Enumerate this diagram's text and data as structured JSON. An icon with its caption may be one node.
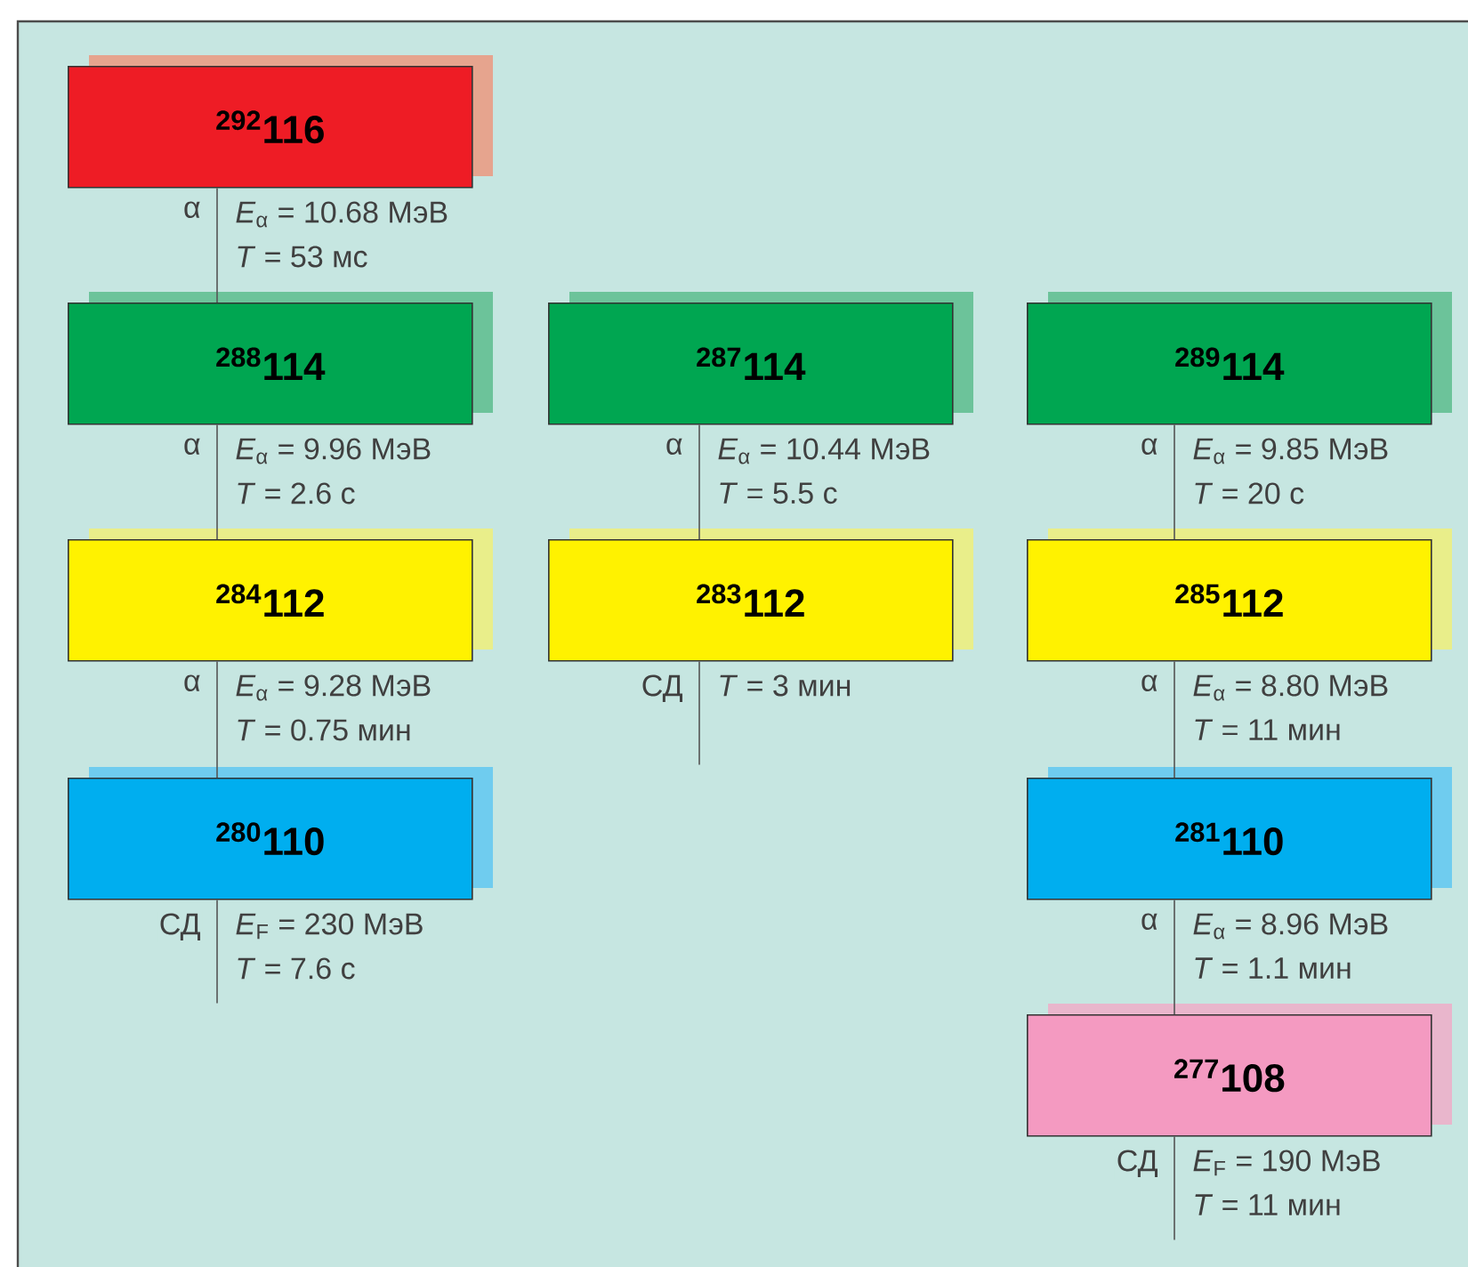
{
  "diagram": {
    "nodes": [
      {
        "text": [
          "$^{292}$116"
        ],
        "beside": [
          "*E*$_{α}$ = 10.68 МэВ",
          "*T* = 53 мс"
        ]
      },
      {
        "text": [
          "$^{288}$114"
        ],
        "beside": [
          "*E*$_{α}$ = 9.96 МэВ",
          "*T* = 2.6 с"
        ]
      },
      {
        "text": [
          "$^{287}$114"
        ],
        "beside": [
          "*E*$_{α}$ = 10.44 МэВ",
          "*T* = 5.5 с"
        ]
      },
      {
        "text": [
          "$^{289}$114"
        ],
        "beside": [
          "*E*$_{α}$ = 9.85 МэВ",
          "*T* = 20 с"
        ]
      },
      {
        "text": [
          "$^{284}$112"
        ],
        "beside": [
          "*E*$_{α}$ = 9.28 МэВ",
          "*T* = 0.75 мин"
        ]
      },
      {
        "text": [
          "$^{283}$112"
        ],
        "beside": [
          "*T* = 3 мин"
        ]
      },
      {
        "text": [
          "$^{285}$112"
        ],
        "beside": [
          "*E*$_{α}$ = 8.80 МэВ",
          "*T* = 11 мин"
        ]
      },
      {
        "text": [
          "$^{280}$110"
        ],
        "beside": [
          "*E*$_{F}$ = 230 МэВ",
          "*T* = 7.6 с"
        ]
      },
      {
        "text": [
          "$^{281}$110"
        ],
        "beside": [
          "*E*$_{α}$ = 8.96 МэВ",
          "*T* = 1.1 мин"
        ]
      },
      {
        "text": [
          "$^{277}$108"
        ],
        "beside": [
          "*E*$_{F}$ = 190 МэВ",
          "*T* = 11 мин"
        ]
      }
    ],
    "edges": [
      {
        "from": 0,
        "to": 1,
        "arrow": "none",
        "label": "α"
      },
      {
        "from": 1,
        "to": 4,
        "arrow": "none",
        "label": "α"
      },
      {
        "from": 4,
        "to": 7,
        "arrow": "none",
        "label": "α"
      },
      {
        "from": 7,
        "to": null,
        "arrow": "none",
        "label": "СД"
      },
      {
        "from": 2,
        "to": 5,
        "arrow": "none",
        "label": "α"
      },
      {
        "from": 5,
        "to": null,
        "arrow": "none",
        "label": "СД"
      },
      {
        "from": 3,
        "to": 6,
        "arrow": "none",
        "label": "α"
      },
      {
        "from": 6,
        "to": 8,
        "arrow": "none",
        "label": "α"
      },
      {
        "from": 8,
        "to": 9,
        "arrow": "none",
        "label": "α"
      },
      {
        "from": 9,
        "to": null,
        "arrow": "none",
        "label": "СД"
      }
    ]
  }
}
